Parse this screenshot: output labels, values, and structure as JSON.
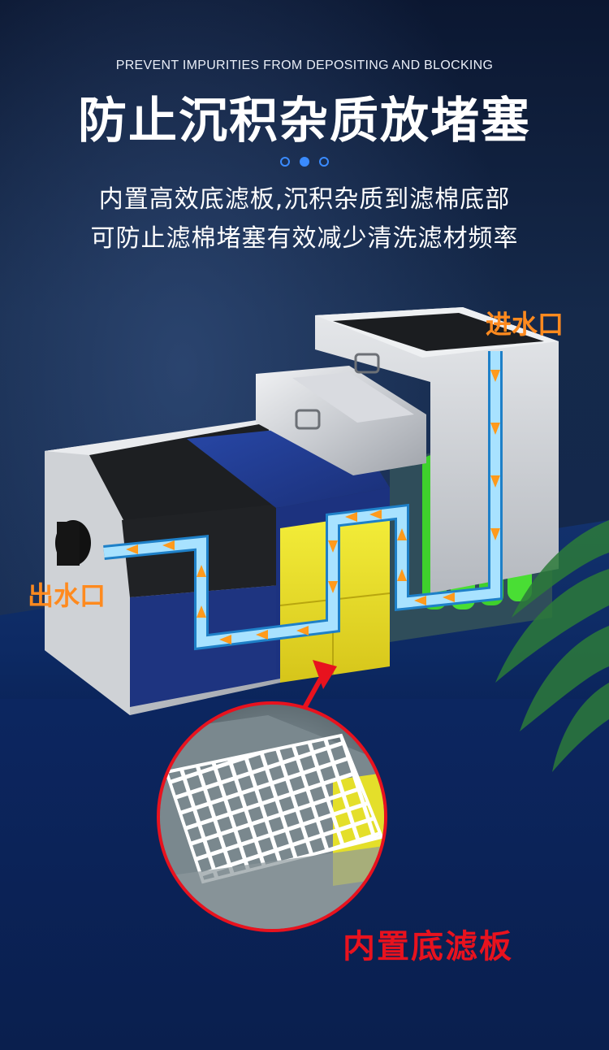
{
  "header": {
    "subtitle_en": "PREVENT IMPURITIES FROM DEPOSITING AND BLOCKING",
    "title_cn": "防止沉积杂质放堵塞"
  },
  "description": {
    "line1": "内置高效底滤板,沉积杂质到滤棉底部",
    "line2": "可防止滤棉堵塞有效减少清洗滤材频率"
  },
  "labels": {
    "inlet": "进水口",
    "outlet": "出水口",
    "bottom_filter_plate": "内置底滤板"
  },
  "colors": {
    "accent_blue": "#3a8bff",
    "label_orange": "#ff8a1e",
    "label_red": "#e8121e",
    "flow_arrow": "#ff9a1c",
    "water_channel": "#8fd3ff"
  },
  "icons": [
    "flow-arrow-icon",
    "pointer-arrow-icon"
  ]
}
